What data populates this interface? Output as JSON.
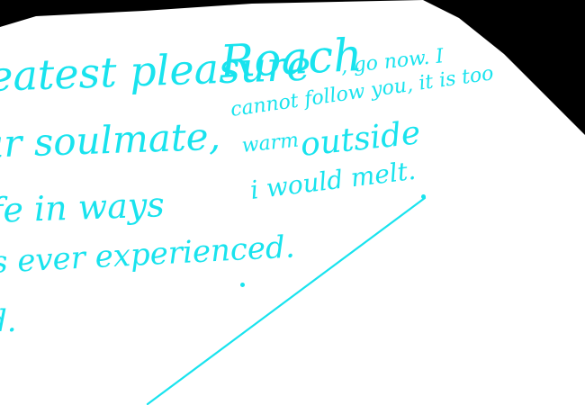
{
  "colors": {
    "paper": "#ffffff",
    "background": "#000000",
    "ink": "#19e3ee"
  },
  "left_text": {
    "line1": "eatest pleasure",
    "line2": "ur soulmate,",
    "line3": "fe in ways",
    "line4": "s ever experienced.",
    "line5": "d."
  },
  "right_text": {
    "title": "Roach",
    "line1": ", go now. I",
    "line2": "cannot follow you, it is too",
    "line3a": "warm",
    "line3b": "outside",
    "line4": "i would melt."
  }
}
